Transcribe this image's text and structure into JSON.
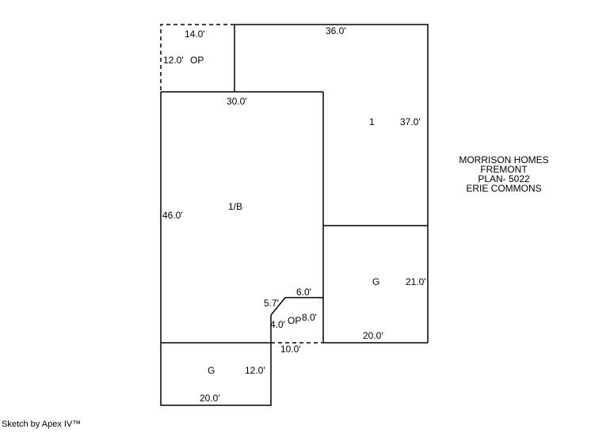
{
  "sketch": {
    "areas": {
      "porch_top": "OP",
      "unit1": "1",
      "unit1b": "1/B",
      "garage_right": "G",
      "porch_small": "OP",
      "garage_bottom": "G"
    },
    "dims": {
      "porch_top_width": "14.0'",
      "porch_top_depth": "12.0'",
      "unit1_top": "36.0'",
      "unit1_right": "37.0'",
      "main_top": "30.0'",
      "main_left": "46.0'",
      "garage_right_depth": "21.0'",
      "garage_right_width": "20.0'",
      "porch_small_top": "6.0'",
      "porch_small_diag": "5.7'",
      "porch_small_left": "4.0'",
      "porch_small_right": "8.0'",
      "porch_small_bottom": "10.0'",
      "garage_bottom_right": "12.0'",
      "garage_bottom_width": "20.0'"
    },
    "title_block": {
      "line1": "MORRISON HOMES",
      "line2": "FREMONT",
      "line3": "PLAN- 5022",
      "line4": "ERIE COMMONS"
    },
    "credit": "Sketch by Apex IV™",
    "line_color": "#000000"
  }
}
